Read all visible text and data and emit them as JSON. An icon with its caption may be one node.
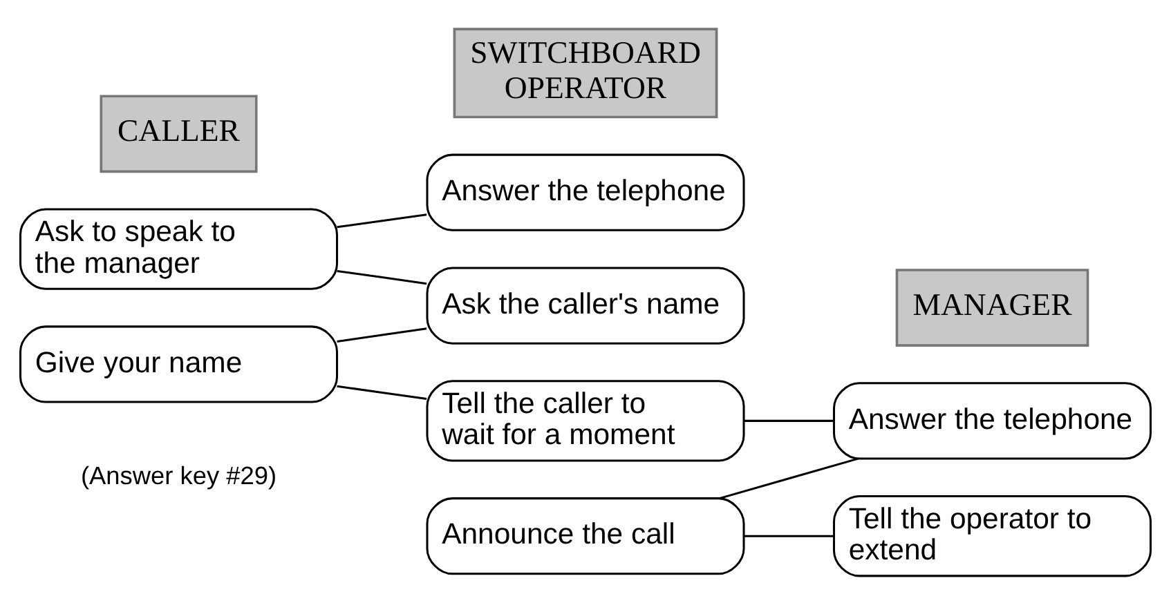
{
  "diagram": {
    "nodes": [
      {
        "text": [
          "CALLER"
        ]
      },
      {
        "text": [
          "Ask to speak to the manager"
        ]
      },
      {
        "text": [
          "Give your name"
        ]
      },
      {
        "text": [
          "SWITCHBOARD OPERATOR"
        ]
      },
      {
        "text": [
          "Answer the telephone"
        ]
      },
      {
        "text": [
          "Ask the caller's name"
        ]
      },
      {
        "text": [
          "Tell the caller to wait for a moment"
        ]
      },
      {
        "text": [
          "Announce the call"
        ]
      },
      {
        "text": [
          "MANAGER"
        ]
      },
      {
        "text": [
          "Answer the telephone"
        ]
      },
      {
        "text": [
          "Tell the operator to extend"
        ]
      }
    ],
    "edges": [
      {
        "from": 1,
        "to": 4,
        "arrow": "none"
      },
      {
        "from": 1,
        "to": 5,
        "arrow": "none"
      },
      {
        "from": 5,
        "to": 2,
        "arrow": "none"
      },
      {
        "from": 2,
        "to": 6,
        "arrow": "none"
      },
      {
        "from": 6,
        "to": 9,
        "arrow": "none"
      },
      {
        "from": 9,
        "to": 7,
        "arrow": "none"
      },
      {
        "from": 7,
        "to": 10,
        "arrow": "none"
      }
    ],
    "labels": [
      "(Answer key #29)"
    ]
  }
}
